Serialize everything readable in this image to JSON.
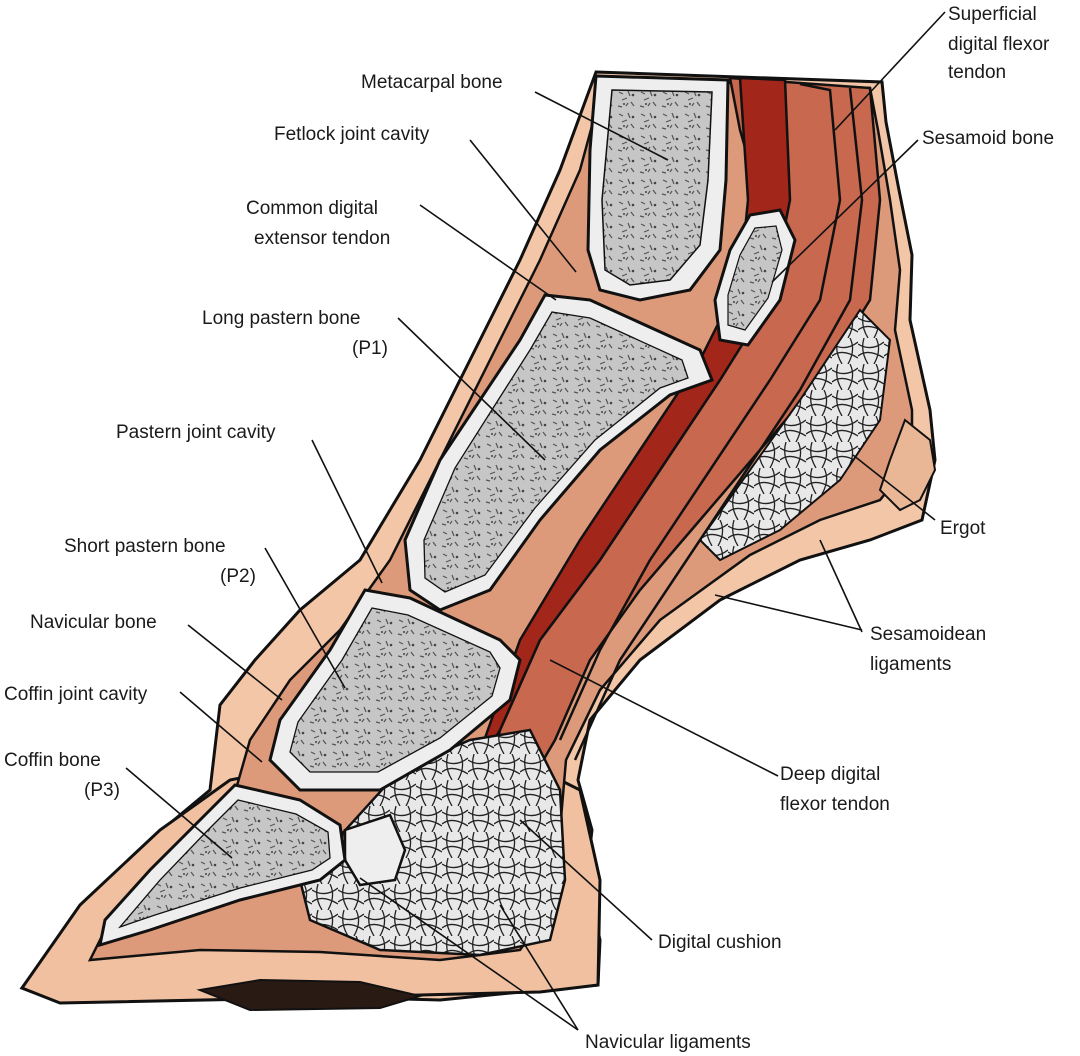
{
  "labels": {
    "metacarpal": "Metacarpal bone",
    "fetlock_cavity": "Fetlock joint cavity",
    "extensor_1": "Common digital",
    "extensor_2": "extensor tendon",
    "long_pastern_1": "Long pastern bone",
    "long_pastern_2": "(P1)",
    "pastern_cavity": "Pastern joint cavity",
    "short_pastern_1": "Short pastern bone",
    "short_pastern_2": "(P2)",
    "navicular_bone": "Navicular bone",
    "coffin_cavity": "Coffin joint cavity",
    "coffin_bone_1": "Coffin bone",
    "coffin_bone_2": "(P3)",
    "sdf_1": "Superficial",
    "sdf_2": "digital flexor",
    "sdf_3": "tendon",
    "sesamoid_bone": "Sesamoid bone",
    "ergot": "Ergot",
    "sesamoidean_1": "Sesamoidean",
    "sesamoidean_2": "ligaments",
    "ddf_1": "Deep digital",
    "ddf_2": "flexor tendon",
    "digital_cushion": "Digital cushion",
    "navicular_ligaments": "Navicular ligaments"
  },
  "colors": {
    "skin": "#f3c6a8",
    "skin_dark": "#dc9a7b",
    "tendon": "#c8684e",
    "tendon_dark": "#a3261a",
    "bone": "#c8c8c8",
    "bone_rim": "#eeeeee",
    "outline": "#111111"
  }
}
